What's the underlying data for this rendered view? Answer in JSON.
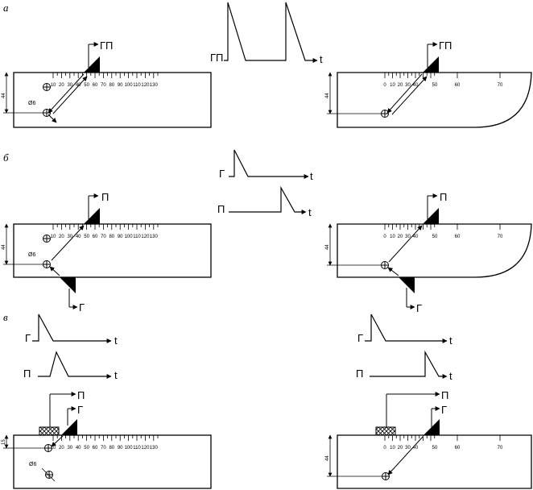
{
  "panels": {
    "a": "а",
    "b": "б",
    "c": "в"
  },
  "signals": {
    "gp": "ГП",
    "g": "Г",
    "p": "П",
    "t": "t"
  },
  "dimensions": {
    "depth": "44",
    "depth_shallow": "15",
    "hole": "Ø6"
  },
  "scale_flat": [
    "10",
    "20",
    "30",
    "40",
    "50",
    "60",
    "70",
    "80",
    "90",
    "100",
    "110",
    "120",
    "130"
  ],
  "scale_round": [
    "0",
    "10",
    "20",
    "30",
    "40",
    "50",
    "60",
    "70"
  ]
}
